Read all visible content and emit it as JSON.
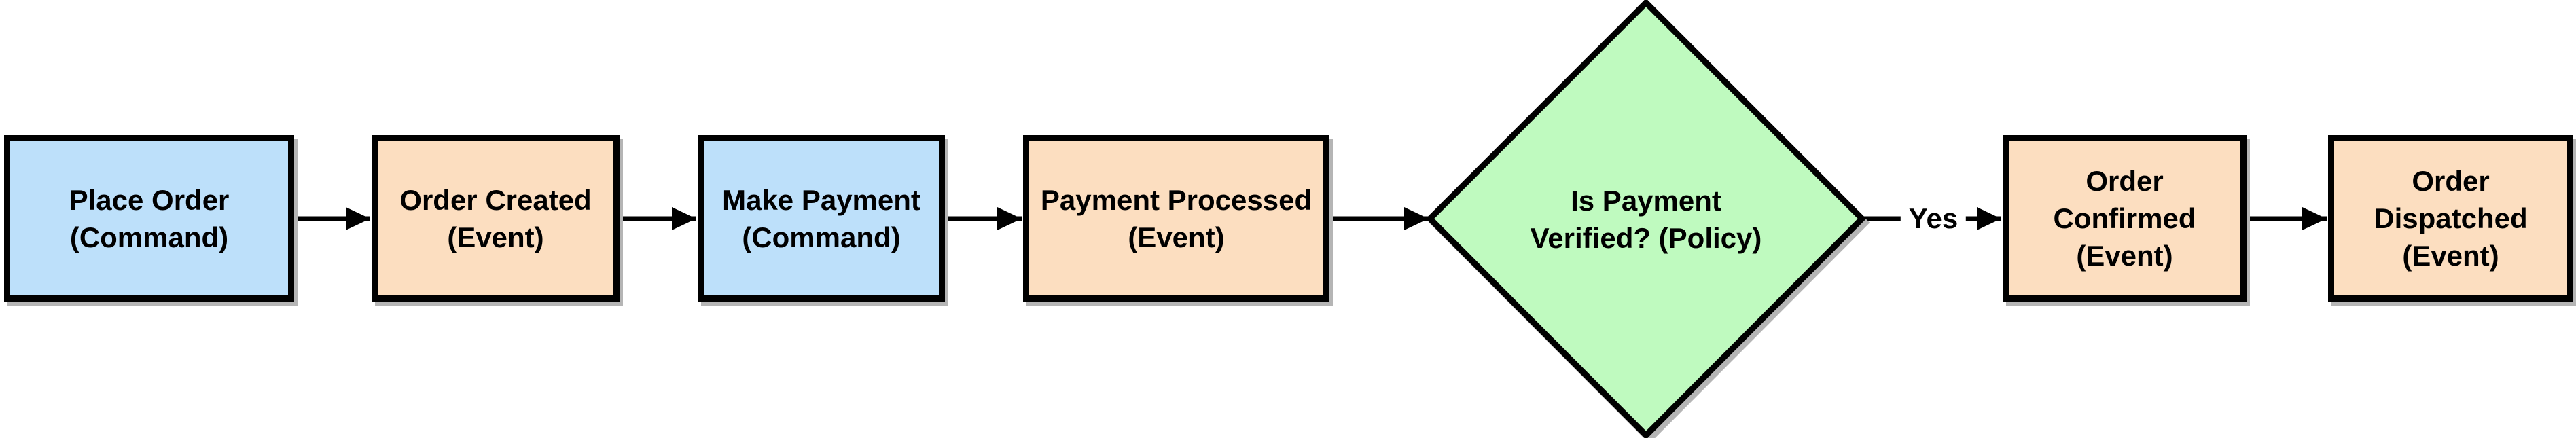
{
  "diagram": {
    "type": "flowchart",
    "nodes": [
      {
        "id": "place-order",
        "kind": "command",
        "shape": "rectangle",
        "lines": [
          "Place Order",
          "(Command)"
        ]
      },
      {
        "id": "order-created",
        "kind": "event",
        "shape": "rectangle",
        "lines": [
          "Order Created",
          "(Event)"
        ]
      },
      {
        "id": "make-payment",
        "kind": "command",
        "shape": "rectangle",
        "lines": [
          "Make Payment",
          "(Command)"
        ]
      },
      {
        "id": "payment-processed",
        "kind": "event",
        "shape": "rectangle",
        "lines": [
          "Payment Processed",
          "(Event)"
        ]
      },
      {
        "id": "is-payment-verified",
        "kind": "policy",
        "shape": "diamond",
        "lines": [
          "Is Payment",
          "Verified? (Policy)"
        ]
      },
      {
        "id": "order-confirmed",
        "kind": "event",
        "shape": "rectangle",
        "lines": [
          "Order",
          "Confirmed",
          "(Event)"
        ]
      },
      {
        "id": "order-dispatched",
        "kind": "event",
        "shape": "rectangle",
        "lines": [
          "Order",
          "Dispatched",
          "(Event)"
        ]
      }
    ],
    "edges": [
      {
        "from": "place-order",
        "to": "order-created",
        "label": ""
      },
      {
        "from": "order-created",
        "to": "make-payment",
        "label": ""
      },
      {
        "from": "make-payment",
        "to": "payment-processed",
        "label": ""
      },
      {
        "from": "payment-processed",
        "to": "is-payment-verified",
        "label": ""
      },
      {
        "from": "is-payment-verified",
        "to": "order-confirmed",
        "label": "Yes"
      },
      {
        "from": "order-confirmed",
        "to": "order-dispatched",
        "label": ""
      }
    ],
    "colors": {
      "command_fill": "#BDE0FA",
      "event_fill": "#FCDEC0",
      "policy_fill": "#BFFABF",
      "border": "#000000",
      "arrow": "#000000",
      "shadow": "#B5B5B5",
      "background": "#FFFFFF",
      "text": "#000000"
    }
  }
}
